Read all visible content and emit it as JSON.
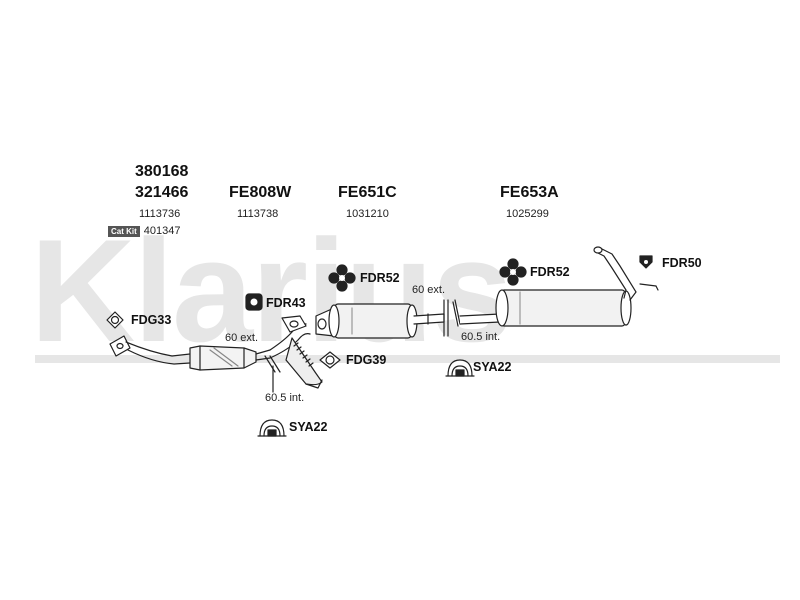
{
  "watermark": "Klarius",
  "columns": [
    {
      "name_lines": [
        "380168",
        "321466"
      ],
      "ref": "1113736",
      "catkit_label": "Cat Kit",
      "catkit_ref": "401347"
    },
    {
      "name": "FE808W",
      "ref": "1113738"
    },
    {
      "name": "FE651C",
      "ref": "1031210"
    },
    {
      "name": "FE653A",
      "ref": "1025299"
    }
  ],
  "callouts": {
    "fdg33": "FDG33",
    "fdr43": "FDR43",
    "fdr52_mid": "FDR52",
    "fdr52_rear": "FDR52",
    "fdr50": "FDR50",
    "fdg39": "FDG39",
    "sya22_front": "SYA22",
    "sya22_rear": "SYA22"
  },
  "dimensions": {
    "front_ext": "60 ext.",
    "front_int": "60.5 int.",
    "rear_ext": "60 ext.",
    "rear_int": "60.5 int."
  },
  "icons": [
    "gasket-icon",
    "rubber-mount-icon",
    "clamp-icon",
    "hanger-icon"
  ]
}
